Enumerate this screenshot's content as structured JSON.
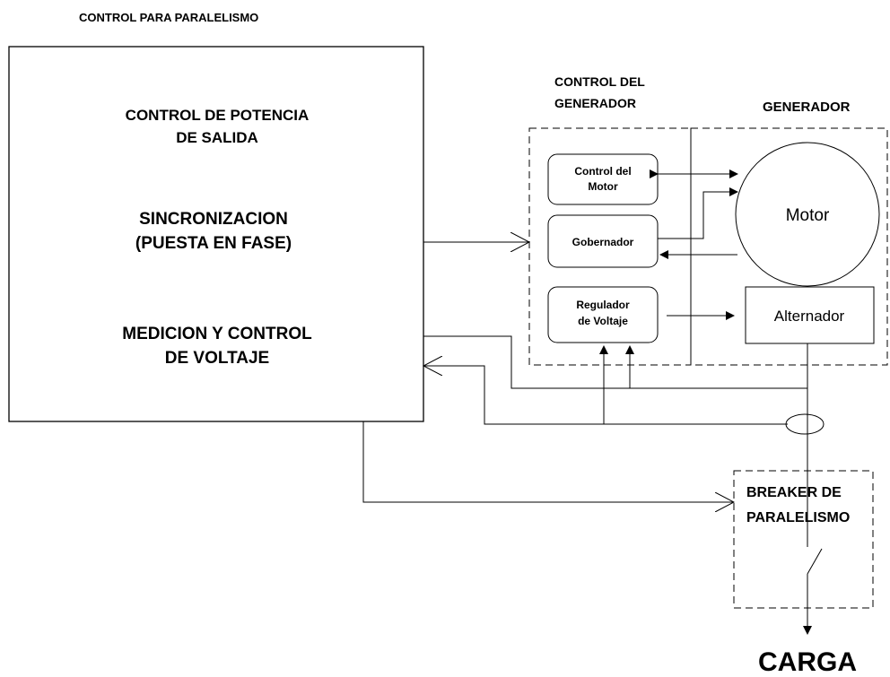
{
  "title": "CONTROL PARA PARALELISMO",
  "main_block": {
    "line1": "CONTROL DE POTENCIA",
    "line2": "DE SALIDA",
    "line3": "SINCRONIZACION",
    "line4": "(PUESTA EN FASE)",
    "line5": "MEDICION Y CONTROL",
    "line6": "DE VOLTAJE"
  },
  "generator_control": {
    "header_line1": "CONTROL DEL",
    "header_line2": "GENERADOR",
    "motor_control_line1": "Control del",
    "motor_control_line2": "Motor",
    "governor": "Gobernador",
    "voltage_regulator_line1": "Regulador",
    "voltage_regulator_line2": "de Voltaje"
  },
  "generator": {
    "header": "GENERADOR",
    "motor": "Motor",
    "alternator": "Alternador"
  },
  "breaker": {
    "line1": "BREAKER DE",
    "line2": "PARALELISMO"
  },
  "load": "CARGA"
}
